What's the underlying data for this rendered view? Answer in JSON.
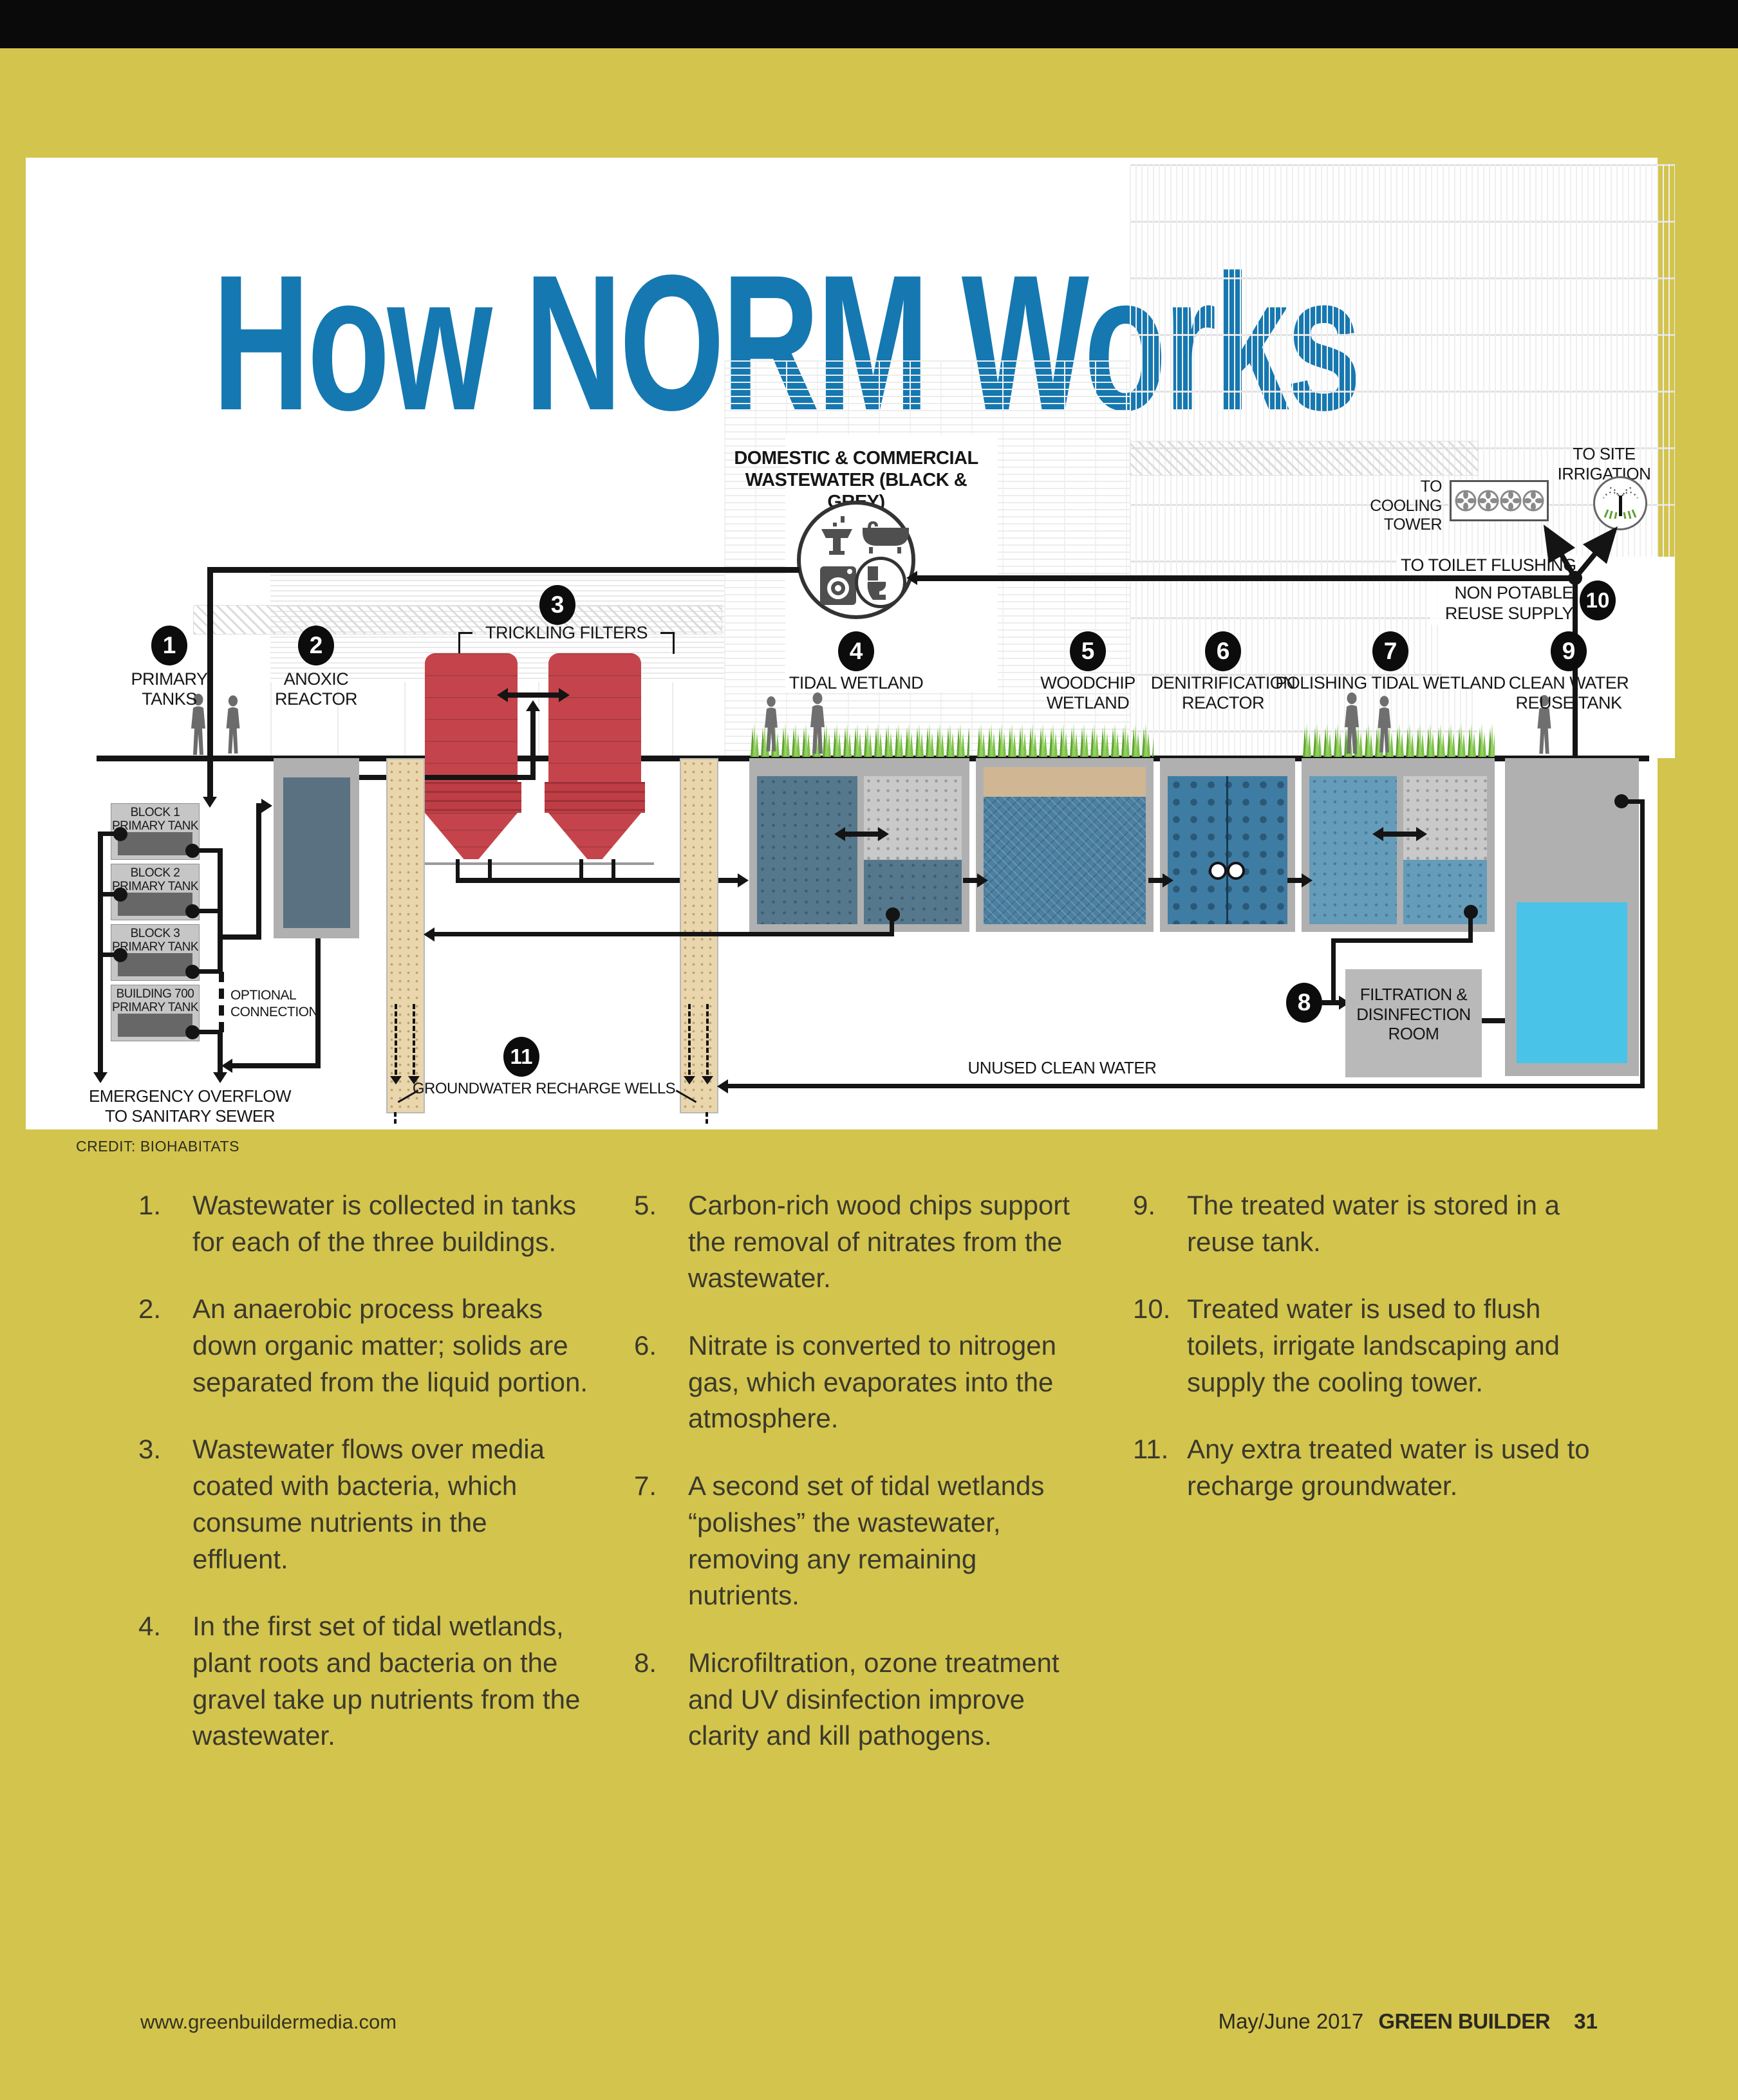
{
  "page": {
    "title": "How NORM Works",
    "credit": "CREDIT: BIOHABITATS",
    "footer": {
      "site": "www.greenbuildermedia.com",
      "issue": "May/June 2017",
      "magazine": "GREEN BUILDER",
      "page_no": "31"
    }
  },
  "colors": {
    "accent_blue": "#1578b1",
    "page_yellow": "#d3c44d",
    "filter_red": "#c5444b",
    "clean_water_cyan": "#49c3e8",
    "tidal_water": "#55788c",
    "denitrification_blue": "#3f7ca3",
    "text_dark": "#3a392c"
  },
  "diagram": {
    "source_labels": {
      "domestic": "DOMESTIC & COMMERCIAL\nWASTEWATER (BLACK & GREY)",
      "to_site_irrigation": "TO SITE\nIRRIGATION",
      "to_cooling_tower": "TO\nCOOLING\nTOWER",
      "to_toilet_flushing": "TO TOILET FLUSHING",
      "non_potable": "NON POTABLE\nREUSE SUPPLY",
      "unused_clean_water": "UNUSED CLEAN WATER",
      "optional_connection": "OPTIONAL\nCONNECTION",
      "emergency_overflow": "EMERGENCY OVERFLOW\nTO SANITARY SEWER",
      "filtration_room": "FILTRATION &\nDISINFECTION\nROOM",
      "groundwater_wells": "GROUNDWATER RECHARGE WELLS"
    },
    "stations": [
      {
        "num": "1",
        "label": "PRIMARY\nTANKS"
      },
      {
        "num": "2",
        "label": "ANOXIC\nREACTOR"
      },
      {
        "num": "3",
        "label": "TRICKLING FILTERS"
      },
      {
        "num": "4",
        "label": "TIDAL WETLAND"
      },
      {
        "num": "5",
        "label": "WOODCHIP\nWETLAND"
      },
      {
        "num": "6",
        "label": "DENITRIFICATION\nREACTOR"
      },
      {
        "num": "7",
        "label": "POLISHING TIDAL WETLAND"
      },
      {
        "num": "8",
        "label": ""
      },
      {
        "num": "9",
        "label": "CLEAN WATER\nREUSE TANK"
      },
      {
        "num": "10",
        "label": ""
      },
      {
        "num": "11",
        "label": ""
      }
    ],
    "tank_labels": [
      "BLOCK 1\nPRIMARY TANK",
      "BLOCK 2\nPRIMARY TANK",
      "BLOCK 3\nPRIMARY TANK",
      "BUILDING 700\nPRIMARY TANK"
    ]
  },
  "steps": {
    "col1": [
      {
        "num": "1.",
        "text": "Wastewater is collected in tanks for each of the three buildings."
      },
      {
        "num": "2.",
        "text": "An anaerobic process breaks down organic matter; solids are separated from the liquid portion."
      },
      {
        "num": "3.",
        "text": "Wastewater flows over media coated with bacteria, which consume nutrients in the effluent."
      },
      {
        "num": "4.",
        "text": "In the first set of tidal wetlands, plant roots and bacteria on the gravel take up nutrients from the wastewater."
      }
    ],
    "col2": [
      {
        "num": "5.",
        "text": "Carbon-rich wood chips support the removal of nitrates from the wastewater."
      },
      {
        "num": "6.",
        "text": "Nitrate is converted to nitrogen gas, which evaporates into the atmosphere."
      },
      {
        "num": "7.",
        "text": "A second set of tidal wetlands “polishes” the wastewater, removing any remaining nutrients."
      },
      {
        "num": "8.",
        "text": "Microfiltration, ozone treatment and UV disinfection improve clarity and kill pathogens."
      }
    ],
    "col3": [
      {
        "num": "9.",
        "text": "The treated water is stored in a reuse tank."
      },
      {
        "num": "10.",
        "text": "Treated water is used to flush toilets, irrigate landscaping and supply the cooling tower."
      },
      {
        "num": "11.",
        "text": "Any extra treated water is used to recharge groundwater."
      }
    ]
  }
}
